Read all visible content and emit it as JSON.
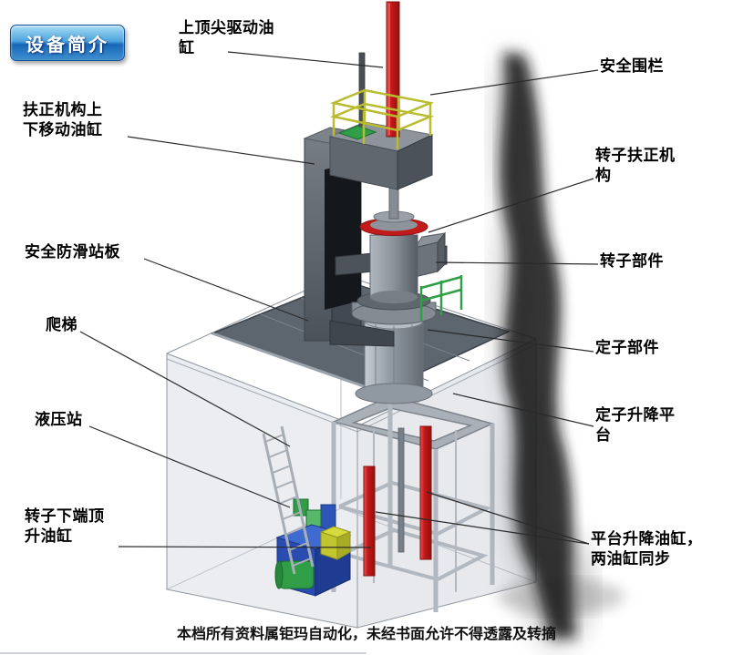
{
  "badge": {
    "label": "设备简介"
  },
  "labels": [
    {
      "id": "top-drive-cylinder",
      "text": "上顶尖驱动油\n缸"
    },
    {
      "id": "safety-fence",
      "text": "安全围栏"
    },
    {
      "id": "centering-updown-cylinder",
      "text": "扶正机构上\n下移动油缸"
    },
    {
      "id": "rotor-centering-mechanism",
      "text": "转子扶正机\n构"
    },
    {
      "id": "antislip-standing-board",
      "text": "安全防滑站板"
    },
    {
      "id": "rotor-parts",
      "text": "转子部件"
    },
    {
      "id": "ladder",
      "text": "爬梯"
    },
    {
      "id": "stator-parts",
      "text": "定子部件"
    },
    {
      "id": "hydraulic-station",
      "text": "液压站"
    },
    {
      "id": "stator-lift-platform",
      "text": "定子升降平\n台"
    },
    {
      "id": "rotor-bottom-jack-cylinder",
      "text": "转子下端顶\n升油缸"
    },
    {
      "id": "platform-lift-cylinders",
      "text": "平台升降油缸，\n两油缸同步"
    }
  ],
  "footer": {
    "text": "本档所有资料属钜玛自动化，未经书面允许不得透露及转摘"
  },
  "colors": {
    "badge_blue": "#2b7fd4",
    "cylinder_red": "#c41515",
    "hydraulic_blue": "#2a4cb0",
    "railing_yellow": "#b9bc2e",
    "fence_green": "#2f9e47",
    "deck_gray": "#5d656e"
  }
}
